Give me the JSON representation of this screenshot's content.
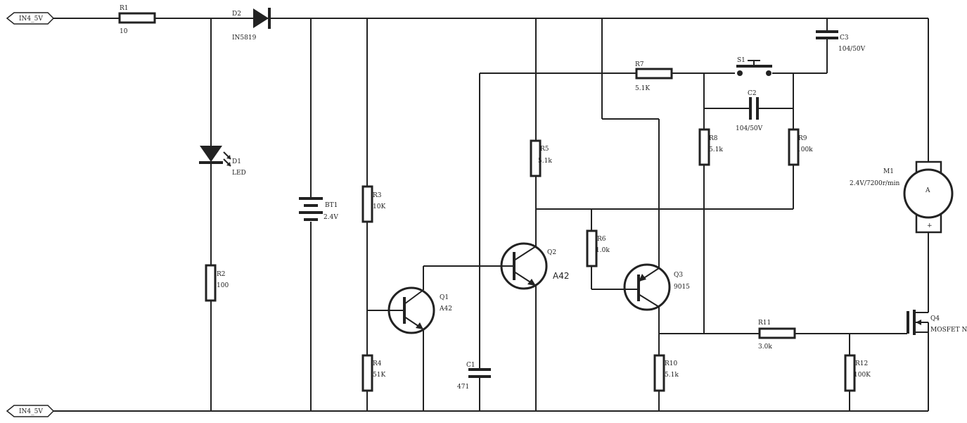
{
  "ports": {
    "top": "IN4_5V",
    "bottom": "IN4_5V"
  },
  "components": {
    "R1": {
      "ref": "R1",
      "value": "10"
    },
    "D2": {
      "ref": "D2",
      "value": "IN5819"
    },
    "D1": {
      "ref": "D1",
      "value": "LED"
    },
    "R2": {
      "ref": "R2",
      "value": "100"
    },
    "BT1": {
      "ref": "BT1",
      "value": "2.4V"
    },
    "R3": {
      "ref": "R3",
      "value": "10K"
    },
    "R4": {
      "ref": "R4",
      "value": "51K"
    },
    "Q1": {
      "ref": "Q1",
      "value": "A42"
    },
    "C1": {
      "ref": "C1",
      "value": "471"
    },
    "Q2": {
      "ref": "Q2",
      "value": "A42"
    },
    "R5": {
      "ref": "R5",
      "value": "5.1k"
    },
    "R6": {
      "ref": "R6",
      "value": "1.0k"
    },
    "Q3": {
      "ref": "Q3",
      "value": "9015"
    },
    "R7": {
      "ref": "R7",
      "value": "5.1K"
    },
    "S1": {
      "ref": "S1",
      "value": ""
    },
    "C2": {
      "ref": "C2",
      "value": "104/50V"
    },
    "C3": {
      "ref": "C3",
      "value": "104/50V"
    },
    "R8": {
      "ref": "R8",
      "value": "5.1k"
    },
    "R9": {
      "ref": "R9",
      "value": "100k"
    },
    "R10": {
      "ref": "R10",
      "value": "5.1k"
    },
    "R11": {
      "ref": "R11",
      "value": "3.0k"
    },
    "R12": {
      "ref": "R12",
      "value": "100K"
    },
    "M1": {
      "ref": "M1",
      "value": "2.4V/7200r/min",
      "symbol": "A",
      "minus": "-",
      "plus": "+"
    },
    "Q4": {
      "ref": "Q4",
      "value": "MOSFET N"
    }
  }
}
